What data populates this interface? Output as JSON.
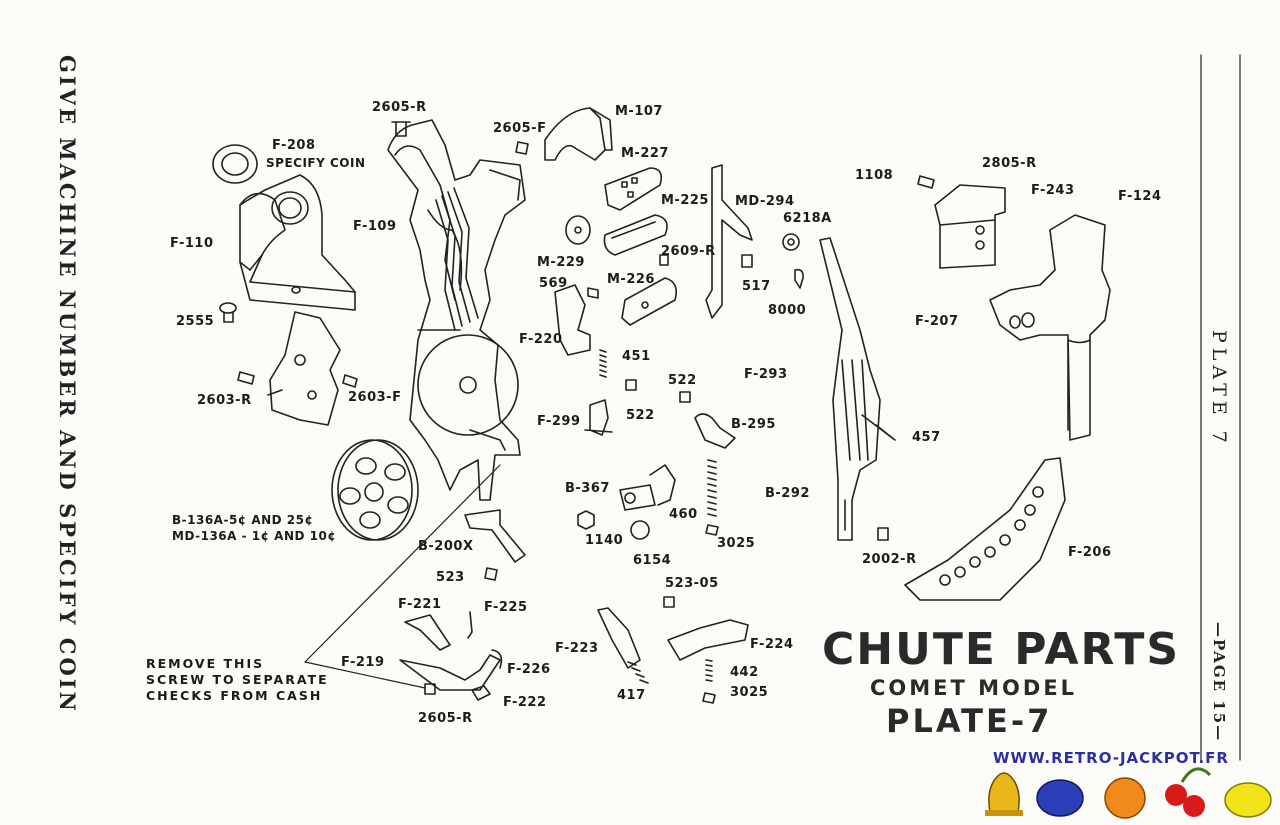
{
  "side_text": "GIVE MACHINE NUMBER AND SPECIFY COIN",
  "plate_label": "PLATE 7",
  "page_label": "—PAGE 15—",
  "title": {
    "line1": "CHUTE PARTS",
    "line2": "COMET MODEL",
    "line3": "PLATE-7"
  },
  "website": "WWW.RETRO-JACKPOT.FR",
  "note": {
    "line1": "REMOVE THIS",
    "line2": "SCREW TO SEPARATE",
    "line3": "CHECKS FROM CASH"
  },
  "colors": {
    "ink": "#1c1c1c",
    "website_blue": "#2c2fa0",
    "bell": "#e8b81a",
    "plum": "#2a3fb8",
    "orange": "#f08a1c",
    "cherry": "#d81c1c",
    "lemon": "#f2e21a"
  },
  "parts": {
    "p2605r_top": "2605-R",
    "f208": "F-208",
    "specify_coin": "SPECIFY COIN",
    "f110": "F-110",
    "f109": "F-109",
    "p2555": "2555",
    "p2603r": "2603-R",
    "p2603f": "2603-F",
    "b136a": "B-136A-5¢ AND 25¢",
    "md136a": "MD-136A - 1¢ AND 10¢",
    "p2605f": "2605-F",
    "m107": "M-107",
    "m227": "M-227",
    "m225": "M-225",
    "m229": "M-229",
    "p2609r": "2609-R",
    "p569": "569",
    "m226": "M-226",
    "md294": "MD-294",
    "p6218a": "6218A",
    "p517": "517",
    "p8000": "8000",
    "f220": "F-220",
    "p451": "451",
    "p522a": "522",
    "p522b": "522",
    "f299": "F-299",
    "b295": "B-295",
    "b367": "B-367",
    "p460": "460",
    "p1140": "1140",
    "p3025a": "3025",
    "p6154": "6154",
    "b200x": "B-200X",
    "p523": "523",
    "p523_05": "523-05",
    "f293": "F-293",
    "p457": "457",
    "b292": "B-292",
    "p2002r": "2002-R",
    "p1108": "1108",
    "p2805r": "2805-R",
    "f243": "F-243",
    "f124": "F-124",
    "f207": "F-207",
    "f206": "F-206",
    "f221": "F-221",
    "f225": "F-225",
    "f219": "F-219",
    "f226": "F-226",
    "f222": "F-222",
    "p2605r_bot": "2605-R",
    "f223": "F-223",
    "p417": "417",
    "f224": "F-224",
    "p442": "442",
    "p3025b": "3025"
  }
}
